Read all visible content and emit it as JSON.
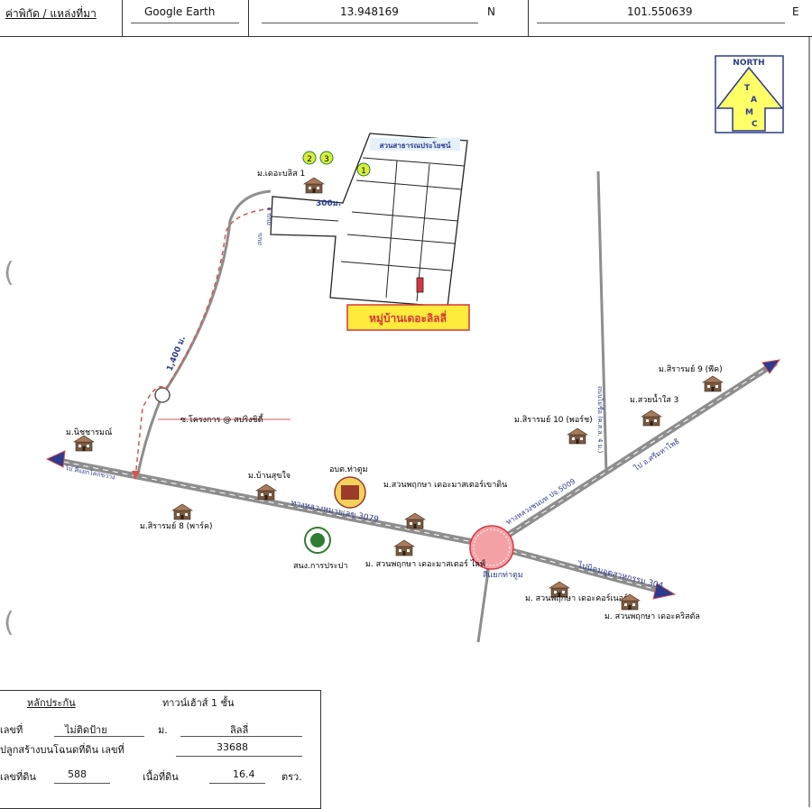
{
  "header": {
    "label": "ค่าพิกัด / แหล่งที่มา",
    "source": "Google Earth",
    "lat": "13.948169",
    "lat_dir": "N",
    "lon": "101.550639",
    "lon_dir": "E"
  },
  "north_badge": {
    "title": "NORTH",
    "letters": [
      "T",
      "A",
      "M",
      "C"
    ]
  },
  "map": {
    "village_sign": "หมู่บ้านเดอะลิลลี่",
    "park_label": "สวนสาธารณประโยชน์",
    "plot_markers": [
      "1",
      "2",
      "3"
    ],
    "distance_300": "300ม.",
    "distance_1400": "1,400 ม.",
    "side_road_1": "ถนน ๑",
    "side_road_2": "ถนน",
    "soi_label": "ซ.โครงการ @ สปริงซิตี้",
    "highway_3079": "ทางหลวงหมายเลข 3079",
    "highway_5009": "ทางหลวงชนบท ปจ.5009",
    "road_kls": "ถนนไม่ชื่อ (ค.ส.ล. 4 ม.)",
    "junction": "สี่แยกท่าตูม",
    "to_west": "ไป สี่แยกโคกขวาง",
    "to_east_ne": "ไป อ.ศรีมหาโพธิ",
    "to_east": "ไปนิคมอุตสาหกรรม 304",
    "places": [
      "ม.เดอะบลิส 1",
      "ม.นิชชารมณ์",
      "ม.บ้านสุขใจ",
      "อบต.ท่าตูม",
      "ม.สวนพฤกษา เดอะมาสเตอร์เขาดิน",
      "ม.สิรารมย์ 8 (พาร์ค)",
      "สนง.การประปา",
      "ม. สวนพฤกษา เดอะมาสเตอร์ ไลฟ์",
      "ม.สิรารมย์ 10 (พอร์ช)",
      "ม.สวยน้ำใส 3",
      "ม.สิรารมย์ 9 (พีค)",
      "ม. สวนพฤกษา เดอะคอร์เนอร์",
      "ม. สวนพฤกษา เดอะคริสตัล"
    ]
  },
  "footer": {
    "legend_label": "หลักประกัน",
    "house_type": "ทาวน์เฮ้าส์ 1 ชั้น",
    "house_no_label": "เลขที่",
    "house_no_value": "ไม่ติดป้าย",
    "village_prefix": "ม.",
    "village_value": "ลิลลี่",
    "deed_label": "ปลูกสร้างบนโฉนดที่ดิน เลขที่",
    "deed_value": "33688",
    "land_no_label": "เลขที่ดิน",
    "land_no_value": "588",
    "area_label": "เนื้อที่ดิน",
    "area_value": "16.4",
    "area_unit": "ตรว."
  },
  "colors": {
    "road_gray": "#8e8e8e",
    "route_red": "#d9534f",
    "arrow_blue": "#2b3b8f",
    "sign_yellow": "#ffeb3b",
    "marker_green": "#d7f03a",
    "north_yellow": "#ffff66",
    "junction_pink": "#f4a1a6"
  }
}
